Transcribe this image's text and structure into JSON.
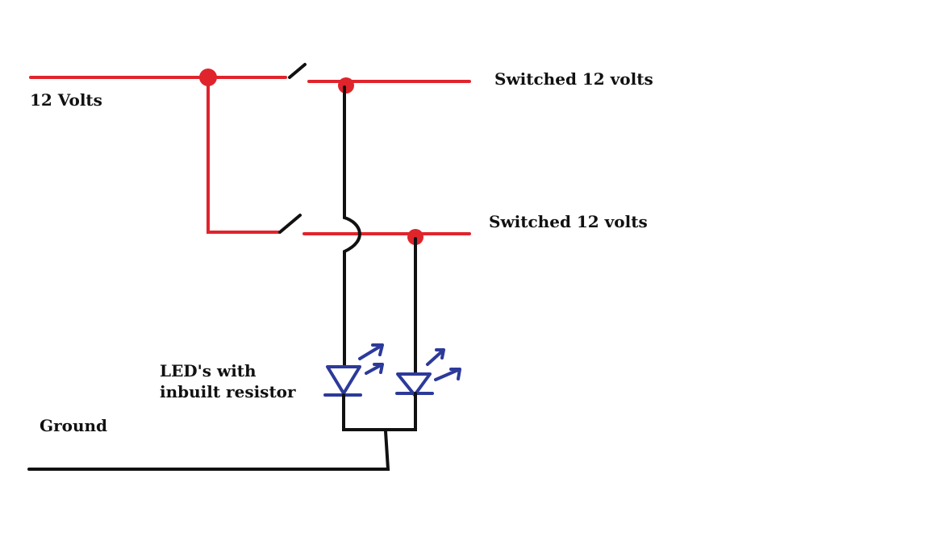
{
  "labels": {
    "supply": "12 Volts",
    "switched_top": "Switched 12 volts",
    "switched_bottom": "Switched 12 volts",
    "led_note": "LED's with\ninbuilt resistor",
    "ground": "Ground"
  },
  "colors": {
    "positive_wire": "#e0242c",
    "ground_wire": "#111111",
    "led_symbol": "#2c3a9a"
  }
}
